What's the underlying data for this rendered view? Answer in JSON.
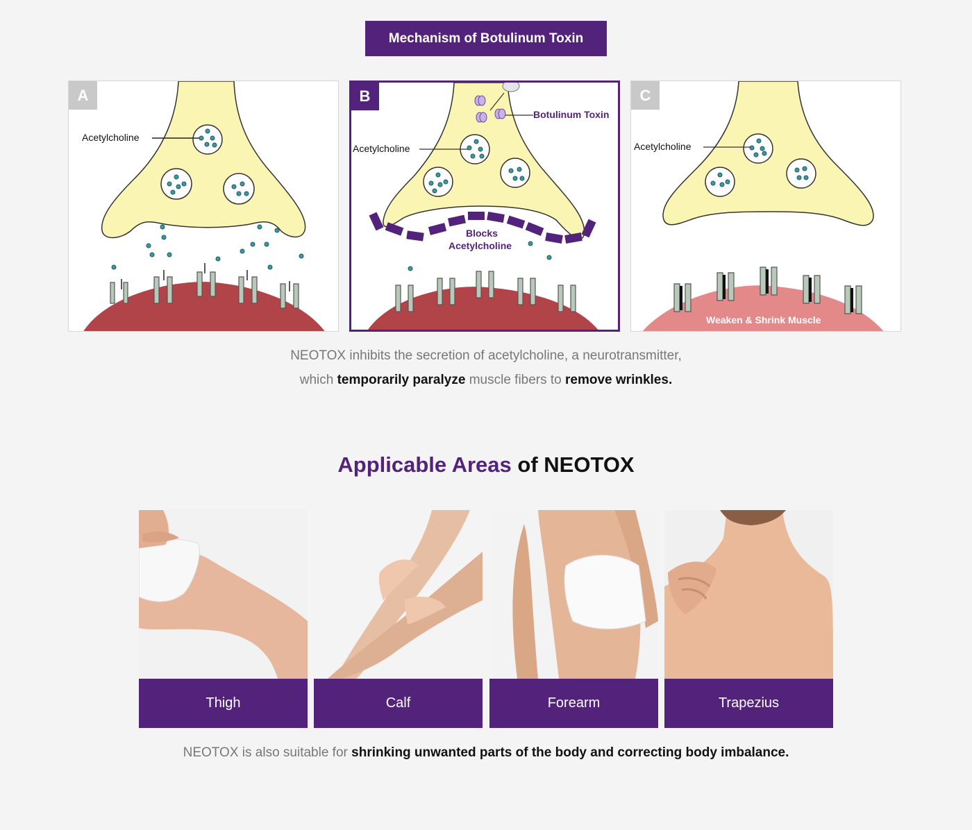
{
  "title": "Mechanism of Botulinum Toxin",
  "panels": [
    {
      "letter": "A",
      "labels": {
        "acetylcholine": "Acetylcholine"
      }
    },
    {
      "letter": "B",
      "labels": {
        "acetylcholine": "Acetylcholine",
        "toxin": "Botulinum Toxin",
        "blocks_line1": "Blocks",
        "blocks_line2": "Acetylcholine"
      }
    },
    {
      "letter": "C",
      "labels": {
        "acetylcholine": "Acetylcholine",
        "muscle": "Weaken & Shrink Muscle"
      }
    }
  ],
  "description": {
    "line1": "NEOTOX inhibits the secretion of acetylcholine, a neurotransmitter,",
    "line2_a": "which ",
    "line2_b": "temporarily paralyze",
    "line2_c": " muscle fibers to ",
    "line2_d": "remove wrinkles."
  },
  "areas_title": {
    "accent": "Applicable Areas",
    "rest": " of NEOTOX"
  },
  "areas": [
    {
      "label": "Thigh"
    },
    {
      "label": "Calf"
    },
    {
      "label": "Forearm"
    },
    {
      "label": "Trapezius"
    }
  ],
  "footer": {
    "a": "NEOTOX is also suitable for ",
    "b": "shrinking unwanted parts of the body and correcting body imbalance."
  },
  "colors": {
    "accent": "#53237b",
    "nerve": "#fbf5b3",
    "muscle_active": "#b04449",
    "muscle_weak": "#e3898a",
    "receptor": "#b8c9b9",
    "vesicle_dot": "#3e98a3"
  }
}
